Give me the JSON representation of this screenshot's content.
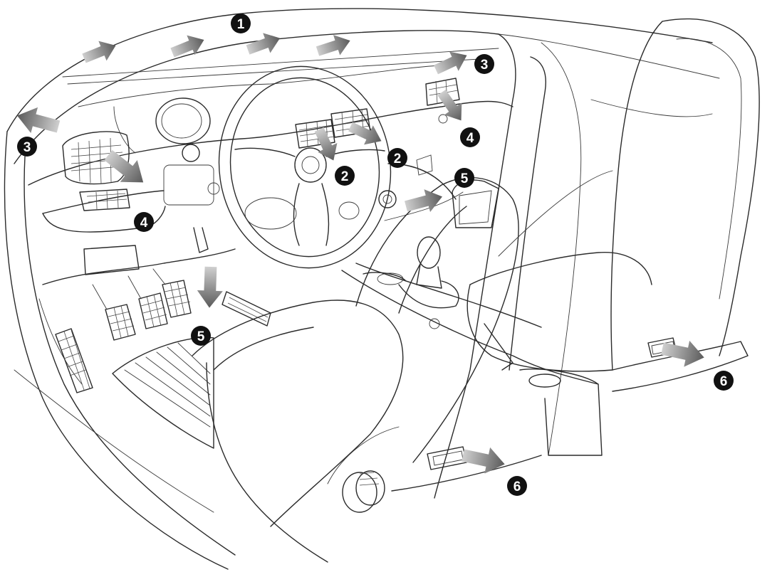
{
  "diagram": {
    "callouts": [
      {
        "id": "1",
        "label": "1"
      },
      {
        "id": "2a",
        "label": "2"
      },
      {
        "id": "2b",
        "label": "2"
      },
      {
        "id": "3a",
        "label": "3"
      },
      {
        "id": "3b",
        "label": "3"
      },
      {
        "id": "4a",
        "label": "4"
      },
      {
        "id": "4b",
        "label": "4"
      },
      {
        "id": "5a",
        "label": "5"
      },
      {
        "id": "5b",
        "label": "5"
      },
      {
        "id": "6a",
        "label": "6"
      },
      {
        "id": "6b",
        "label": "6"
      }
    ],
    "airflow_arrows": [
      {
        "name": "airflow-windscreen-arrow-1",
        "points_to": "windscreen"
      },
      {
        "name": "airflow-windscreen-arrow-2",
        "points_to": "windscreen"
      },
      {
        "name": "airflow-windscreen-arrow-3",
        "points_to": "windscreen"
      },
      {
        "name": "airflow-windscreen-arrow-4",
        "points_to": "windscreen"
      },
      {
        "name": "airflow-left-side-window-arrow",
        "points_to": "side-window"
      },
      {
        "name": "airflow-right-side-window-arrow",
        "points_to": "side-window"
      },
      {
        "name": "airflow-left-side-vent-arrow",
        "points_to": "cabin"
      },
      {
        "name": "airflow-right-side-vent-arrow",
        "points_to": "cabin"
      },
      {
        "name": "airflow-centre-vent-arrow-1",
        "points_to": "cabin"
      },
      {
        "name": "airflow-centre-vent-arrow-2",
        "points_to": "cabin"
      },
      {
        "name": "airflow-footwell-left-arrow",
        "points_to": "footwell"
      },
      {
        "name": "airflow-footwell-right-arrow",
        "points_to": "footwell"
      },
      {
        "name": "airflow-rear-left-arrow",
        "points_to": "rear"
      },
      {
        "name": "airflow-rear-right-arrow",
        "points_to": "rear"
      }
    ],
    "colors": {
      "line": "#2b2b2b",
      "arrow": "#7a7a7a",
      "badge": "#111111",
      "background": "#ffffff"
    }
  }
}
